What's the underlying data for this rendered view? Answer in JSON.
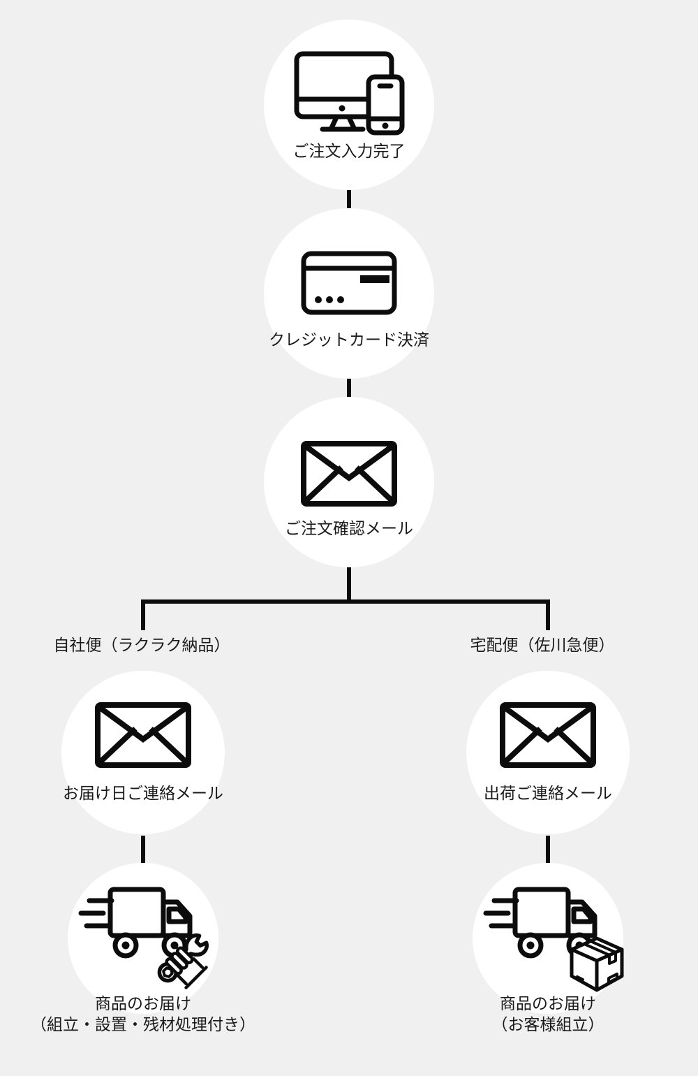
{
  "colors": {
    "background": "#f0f0f1",
    "circle_fill": "#ffffff",
    "line": "#0c0c0c",
    "text": "#1a1a1a"
  },
  "flow": {
    "step1": {
      "label": "ご注文入力完了",
      "icon": "desktop-and-smartphone-icon"
    },
    "step2": {
      "label": "クレジットカード決済",
      "icon": "credit-card-icon"
    },
    "step3": {
      "label": "ご注文確認メール",
      "icon": "mail-envelope-icon"
    },
    "left_branch": {
      "label": "自社便（ラクラク納品）",
      "mail_step": {
        "label": "お届け日ご連絡メール",
        "icon": "mail-envelope-icon"
      },
      "delivery_step": {
        "label_line1": "商品のお届け",
        "label_line2": "（組立・設置・残材処理付き）",
        "icons": [
          "delivery-truck-icon",
          "hand-holding-wrench-icon"
        ]
      }
    },
    "right_branch": {
      "label": "宅配便（佐川急便）",
      "mail_step": {
        "label": "出荷ご連絡メール",
        "icon": "mail-envelope-icon"
      },
      "delivery_step": {
        "label_line1": "商品のお届け",
        "label_line2": "（お客様組立）",
        "icons": [
          "delivery-truck-icon",
          "cardboard-box-icon"
        ]
      }
    }
  }
}
